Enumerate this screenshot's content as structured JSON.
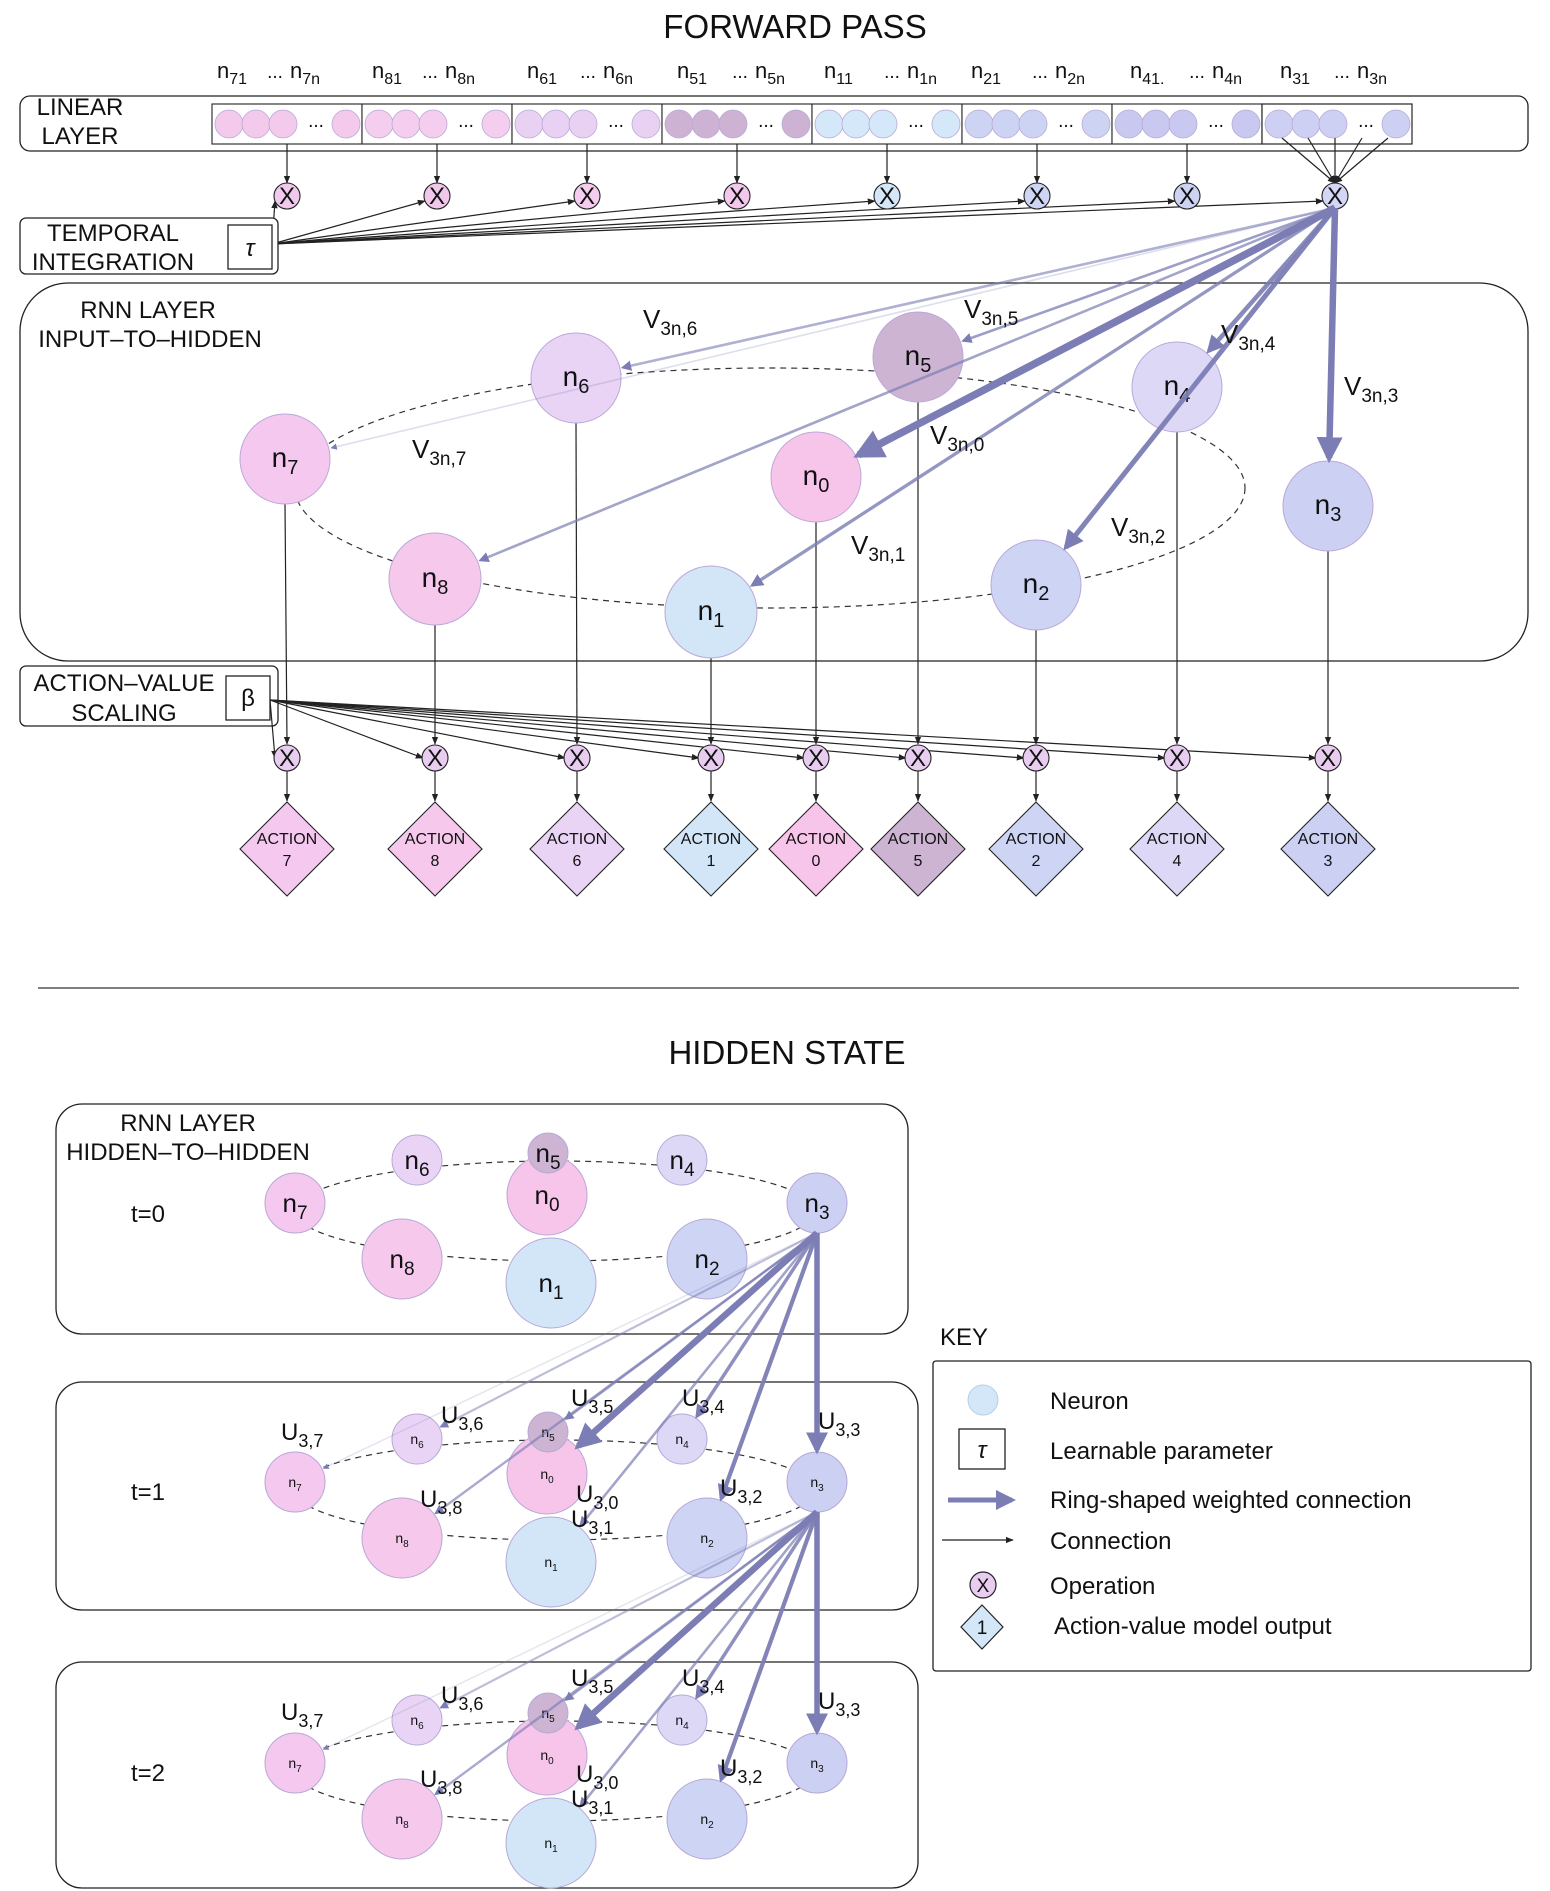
{
  "forward": {
    "title": "FORWARD PASS",
    "linear_label": [
      "LINEAR",
      "LAYER"
    ],
    "temporal_label": [
      "TEMPORAL",
      "INTEGRATION"
    ],
    "tau": "τ",
    "rnn_label": [
      "RNN LAYER",
      "INPUT–TO–HIDDEN"
    ],
    "action_label": [
      "ACTION–VALUE",
      "SCALING"
    ],
    "beta": "β",
    "op_symbol": "X",
    "action_word": "ACTION",
    "groups": [
      {
        "first": "n71",
        "last": "n7n",
        "color": "#f3c9ec"
      },
      {
        "first": "n81",
        "last": "n8n",
        "color": "#f5cdee"
      },
      {
        "first": "n61",
        "last": "n6n",
        "color": "#e9d1f4"
      },
      {
        "first": "n51",
        "last": "n5n",
        "color": "#cdb2d4"
      },
      {
        "first": "n11",
        "last": "n1n",
        "color": "#d4e8f9"
      },
      {
        "first": "n21",
        "last": "n2n",
        "color": "#cdd4f3"
      },
      {
        "first": "n41.",
        "last": "n4n",
        "color": "#c9c8f1"
      },
      {
        "first": "n31",
        "last": "n3n",
        "color": "#cdd0f2"
      }
    ],
    "neurons": [
      {
        "id": "7",
        "color": "#f5c8ef"
      },
      {
        "id": "6",
        "color": "#ead4f5"
      },
      {
        "id": "5",
        "color": "#cdb4d3"
      },
      {
        "id": "4",
        "color": "#dcd8f6"
      },
      {
        "id": "3",
        "color": "#ccd0f3"
      },
      {
        "id": "0",
        "color": "#f8c5ea"
      },
      {
        "id": "8",
        "color": "#f5c8ec"
      },
      {
        "id": "1",
        "color": "#d2e6f8"
      },
      {
        "id": "2",
        "color": "#cdd4f4"
      }
    ],
    "weights": [
      "V3n,6",
      "V3n,5",
      "V3n,4",
      "V3n,3",
      "V3n,7",
      "V3n,0",
      "V3n,1",
      "V3n,2"
    ],
    "actions": [
      {
        "num": "7",
        "color": "#f5c8ef"
      },
      {
        "num": "8",
        "color": "#f5c8ec"
      },
      {
        "num": "6",
        "color": "#ead4f5"
      },
      {
        "num": "1",
        "color": "#d2e6f8"
      },
      {
        "num": "0",
        "color": "#f8c5ea"
      },
      {
        "num": "5",
        "color": "#cdb4d3"
      },
      {
        "num": "2",
        "color": "#cdd4f4"
      },
      {
        "num": "4",
        "color": "#dcd8f6"
      },
      {
        "num": "3",
        "color": "#ccd0f3"
      }
    ]
  },
  "hidden": {
    "title": "HIDDEN STATE",
    "rnn_label": [
      "RNN LAYER",
      "HIDDEN–TO–HIDDEN"
    ],
    "t_labels": [
      "t=0",
      "t=1",
      "t=2"
    ],
    "u_labels": [
      "U3,7",
      "U3,6",
      "U3,5",
      "U3,4",
      "U3,3",
      "U3,8",
      "U3,0",
      "U3,1",
      "U3,2"
    ]
  },
  "key": {
    "title": "KEY",
    "items": [
      "Neuron",
      "Learnable parameter",
      "Ring-shaped weighted connection",
      "Connection",
      "Operation",
      "Action-value model output"
    ],
    "tau": "τ",
    "op_symbol": "X",
    "output_num": "1"
  },
  "colors": {
    "arrow": "#7b7db4",
    "neuron_key": "#d4e7f8",
    "operation": "#e8cdf0"
  }
}
